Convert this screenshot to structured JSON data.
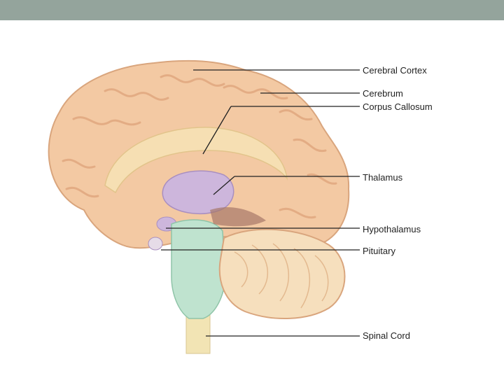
{
  "slide": {
    "header_color": "#94a49c"
  },
  "diagram": {
    "labels": {
      "cerebral_cortex": "Cerebral Cortex",
      "cerebrum": "Cerebrum",
      "corpus_callosum": "Corpus Callosum",
      "thalamus": "Thalamus",
      "hypothalamus": "Hypothalamus",
      "pituitary": "Pituitary",
      "spinal_cord": "Spinal Cord"
    },
    "colors": {
      "cortex": "#f3c9a3",
      "cortex_fold": "#e3ac84",
      "corpus_callosum": "#f6dfb3",
      "thalamus": "#cdb6dc",
      "brainstem": "#bfe3cf",
      "cerebellum": "#f6dfbd",
      "spinal_cord": "#f2e4b4"
    }
  }
}
